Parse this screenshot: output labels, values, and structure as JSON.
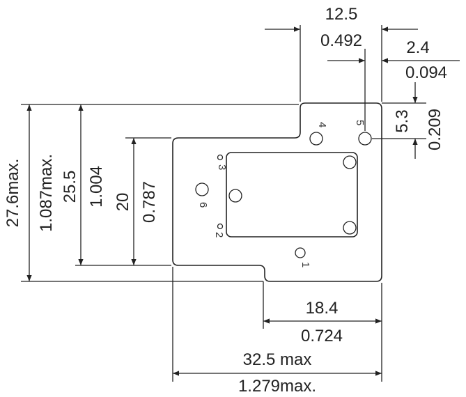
{
  "dimensions": {
    "top_width_mm": "12.5",
    "top_width_in": "0.492",
    "offset_mm": "2.4",
    "offset_in": "0.094",
    "pin_offset_mm": "5.3",
    "pin_offset_in": "0.209",
    "height_max_mm": "27.6max.",
    "height_max_in": "1.087max.",
    "height_mm": "25.5",
    "height_in": "1.004",
    "inner_height_mm": "20",
    "inner_height_in": "0.787",
    "bottom_width_mm": "18.4",
    "bottom_width_in": "0.724",
    "total_width_mm": "32.5 max",
    "total_width_in": "1.279max."
  },
  "pins": {
    "p1": "1",
    "p2": "2",
    "p3": "3",
    "p4": "4",
    "p5": "5",
    "p6": "6"
  }
}
